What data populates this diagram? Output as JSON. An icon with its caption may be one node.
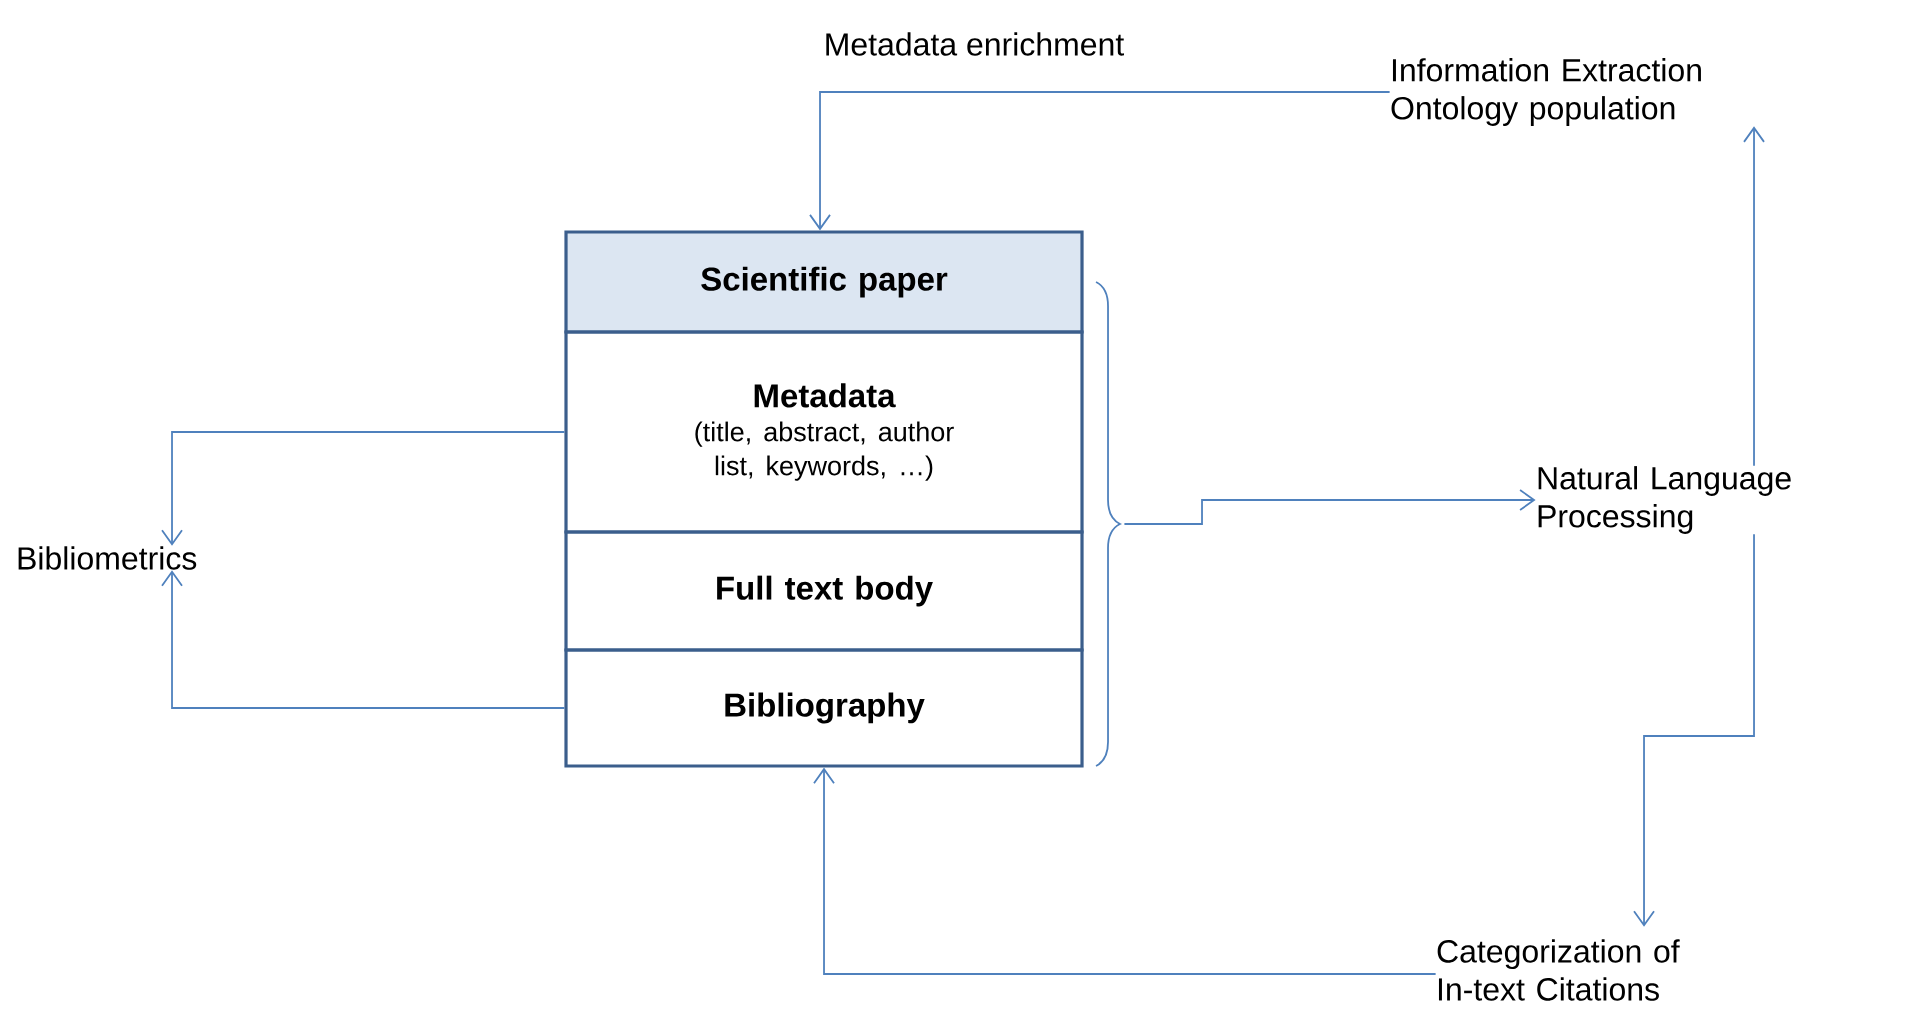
{
  "diagram": {
    "nodes": [
      {
        "text": [
          "Scientific paper"
        ]
      },
      {
        "text": [
          "Metadata",
          "(title, abstract, author list, keywords, …)"
        ]
      },
      {
        "text": [
          "Full text body"
        ]
      },
      {
        "text": [
          "Bibliography"
        ]
      },
      {
        "text": [
          "Bibliometrics"
        ]
      },
      {
        "text": [
          "Information Extraction",
          "Ontology population"
        ]
      },
      {
        "text": [
          "Natural Language Processing"
        ]
      },
      {
        "text": [
          "Categorization of In-text Citations"
        ]
      },
      {
        "text": [],
        "shape": "bracket"
      }
    ],
    "edges": [
      {
        "from": 5,
        "to": 0,
        "arrow": "to",
        "label": "Metadata enrichment"
      },
      {
        "from": 1,
        "to": 4,
        "arrow": "to"
      },
      {
        "from": 3,
        "to": 4,
        "arrow": "to"
      },
      {
        "from": 8,
        "to": 6,
        "arrow": "to"
      },
      {
        "from": 6,
        "to": 5,
        "arrow": "to"
      },
      {
        "from": 6,
        "to": 7,
        "arrow": "to"
      },
      {
        "from": 7,
        "to": 3,
        "arrow": "to"
      }
    ]
  }
}
